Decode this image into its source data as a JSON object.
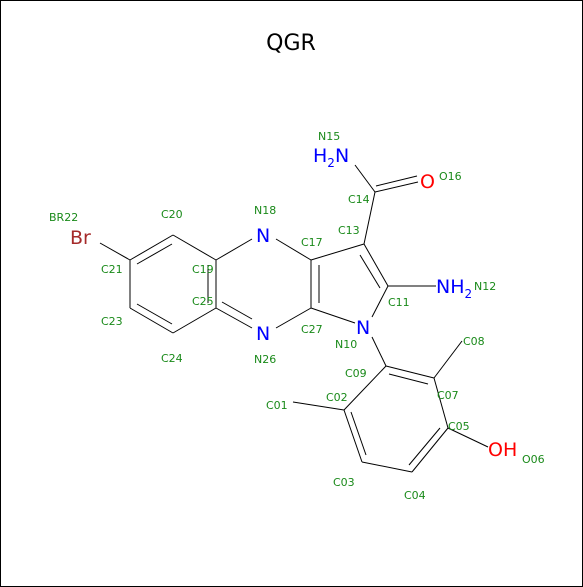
{
  "title": "QGR",
  "colors": {
    "nitrogen": "#0000ff",
    "oxygen": "#ff0000",
    "bromine": "#a52a2a",
    "label": "#1a8a1a",
    "bond": "#000000"
  },
  "elements": {
    "n15": {
      "sym": "H",
      "sub": "2",
      "tail": "N"
    },
    "o16": "O",
    "br": "Br",
    "n18": "N",
    "n26": "N",
    "n10": "N",
    "n12": {
      "sym": "NH",
      "sub": "2"
    },
    "o06": {
      "sym": "OH"
    }
  },
  "labels": {
    "n15": "N15",
    "c14": "C14",
    "o16": "O16",
    "br22": "BR22",
    "c20": "C20",
    "n18": "N18",
    "c13": "C13",
    "c17": "C17",
    "c21": "C21",
    "c19": "C19",
    "c25": "C25",
    "c11": "C11",
    "n12": "N12",
    "c23": "C23",
    "c27": "C27",
    "n10": "N10",
    "c24": "C24",
    "n26": "N26",
    "c08": "C08",
    "c09": "C09",
    "c01": "C01",
    "c02": "C02",
    "c07": "C07",
    "c05": "C05",
    "o06": "O06",
    "c03": "C03",
    "c04": "C04"
  }
}
